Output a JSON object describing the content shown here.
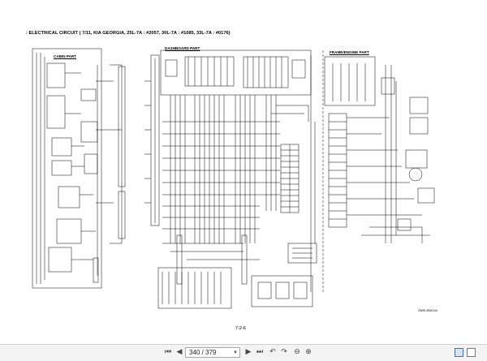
{
  "document": {
    "title": ": ELECTRICAL CIRCUIT ( 7/11, KIA GEORGIA, 25L-7A : #2057, 30L-7A : #1085, 33L-7A : #0176)",
    "sections": {
      "cabin": "CABIN PART",
      "dashboard": "DASHBOARD PART",
      "frame_engine": "FRAME/ENGINE PART"
    },
    "page_number": "7-2-6",
    "drawing_code": "25WE-2B2014X"
  },
  "viewer": {
    "page_field": "340 / 379",
    "icons": {
      "first": "first-page-icon",
      "prev": "previous-page-icon",
      "next": "next-page-icon",
      "last": "last-page-icon",
      "back": "back-icon",
      "forward": "forward-icon",
      "zoom_out": "zoom-out-icon",
      "zoom_in": "zoom-in-icon",
      "single_page": "single-page-view-icon",
      "double_page": "double-page-view-icon"
    }
  }
}
